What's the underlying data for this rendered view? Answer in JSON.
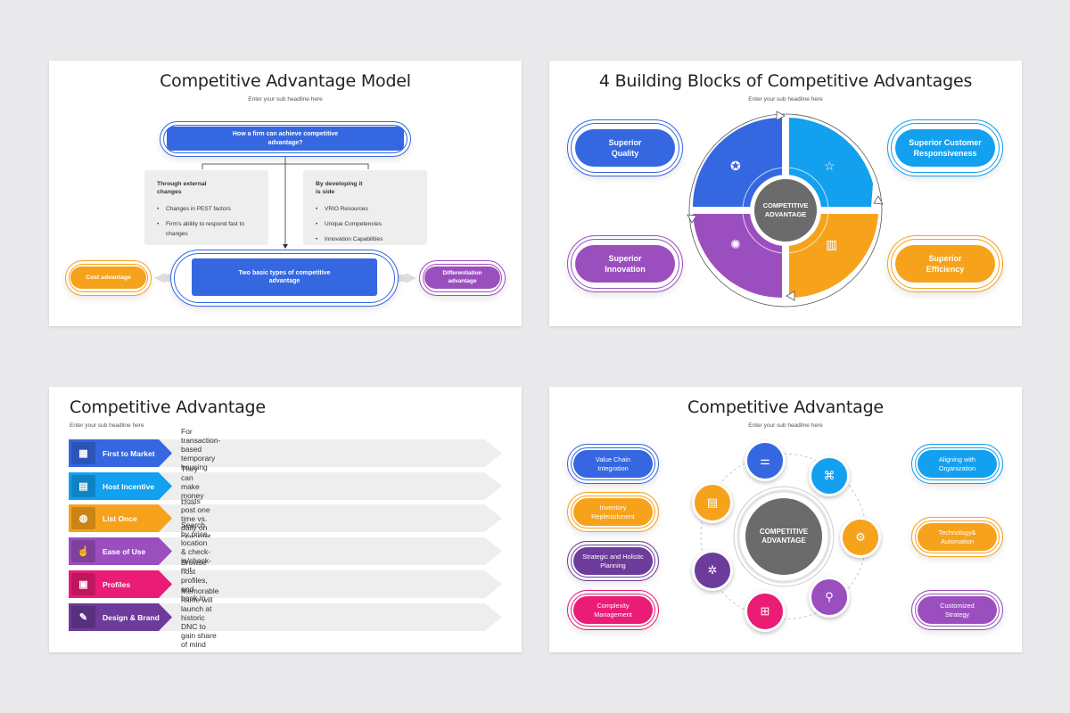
{
  "slide1": {
    "title": "Competitive Advantage Model",
    "subtitle": "Enter your sub headline here",
    "question": "How a firm can achieve competitive advantage?",
    "left_box": {
      "heading": "Through external changes",
      "items": [
        "Changes in PEST factors",
        "Firm's ability to respond fast to changes"
      ]
    },
    "right_box": {
      "heading": "By developing it is side",
      "items": [
        "VRIO Resources",
        "Unique Competencies",
        "Innovation Capabilities"
      ]
    },
    "center": "Two basic types of competitive advantage",
    "left_outcome": "Cost advantage",
    "right_outcome": "Differentiation advantage",
    "colors": {
      "blue": "#3567e0",
      "orange": "#f7a21b",
      "purple": "#9b4fbf"
    }
  },
  "slide2": {
    "title": "4 Building Blocks of Competitive Advantages",
    "subtitle": "Enter your sub headline here",
    "center": "COMPETITIVE ADVANTAGE",
    "blocks": [
      {
        "label": "Superior Quality",
        "color": "#3567e0",
        "icon": "award-ribbon-icon"
      },
      {
        "label": "Superior Customer Responsiveness",
        "color": "#12a0ef",
        "icon": "customer-rating-icon"
      },
      {
        "label": "Superior Innovation",
        "color": "#9b4fbf",
        "icon": "lightbulb-gear-icon"
      },
      {
        "label": "Superior Efficiency",
        "color": "#f7a21b",
        "icon": "growth-chart-icon"
      }
    ]
  },
  "slide3": {
    "title": "Competitive Advantage",
    "subtitle": "Enter your sub headline here",
    "rows": [
      {
        "label": "First to Market",
        "desc": "For transaction-based temporary housing site",
        "color": "#3567e0",
        "icon": "market-board-icon"
      },
      {
        "label": "Host Incentive",
        "desc": "They can make money over",
        "color": "#12a0ef",
        "icon": "money-stack-icon"
      },
      {
        "label": "List Once",
        "desc": "Hosts post one time vs. daily on craigslist",
        "color": "#f7a21b",
        "icon": "list-globe-icon"
      },
      {
        "label": "Ease of Use",
        "desc": "Search by price, location & check-in/check-out dates",
        "color": "#9b4fbf",
        "icon": "hand-touch-icon"
      },
      {
        "label": "Profiles",
        "desc": "Browse host profiles, and book in 3 clicks",
        "color": "#ea1c76",
        "icon": "profile-card-icon"
      },
      {
        "label": "Design & Brand",
        "desc": "Memorable name will launch at historic DNC to gain share of mind",
        "color": "#6d3b9a",
        "icon": "pen-design-icon"
      }
    ]
  },
  "slide4": {
    "title": "Competitive Advantage",
    "subtitle": "Enter your sub headline here",
    "center": "COMPETITIVE ADVANTAGE",
    "left_items": [
      {
        "label": "Value Chain Integration",
        "color": "#3567e0"
      },
      {
        "label": "Inventory Replenishment",
        "color": "#f7a21b"
      },
      {
        "label": "Strategic and Holistic Planning",
        "color": "#6d3b9a"
      },
      {
        "label": "Complexity Management",
        "color": "#ea1c76"
      }
    ],
    "right_items": [
      {
        "label": "Aligning with Organization",
        "color": "#12a0ef"
      },
      {
        "label": "Technology& Automation",
        "color": "#f7a21b"
      },
      {
        "label": "Customized Strategy",
        "color": "#9b4fbf"
      }
    ],
    "nodes": [
      {
        "color": "#3567e0",
        "icon": "conveyor-icon"
      },
      {
        "color": "#12a0ef",
        "icon": "network-icon"
      },
      {
        "color": "#f7a21b",
        "icon": "gear-cog-icon"
      },
      {
        "color": "#9b4fbf",
        "icon": "magnifier-icon"
      },
      {
        "color": "#ea1c76",
        "icon": "hierarchy-icon"
      },
      {
        "color": "#6d3b9a",
        "icon": "gear-user-icon"
      },
      {
        "color": "#f7a21b",
        "icon": "document-icon"
      }
    ]
  }
}
